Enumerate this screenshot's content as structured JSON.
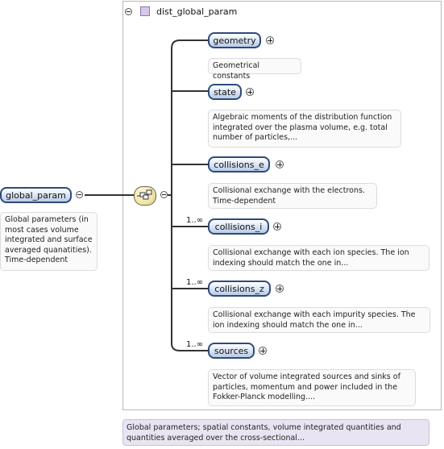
{
  "root": {
    "name": "global_param",
    "doc": "Global parameters (in most cases volume integrated and surface averaged quanatities). Time-dependent"
  },
  "type": {
    "name": "dist_global_param",
    "doc": "Global parameters; spatial constants, volume integrated quantities and quantities averaged over the cross-sectional..."
  },
  "children": [
    {
      "name": "geometry",
      "multiplicity": "",
      "doc": "Geometrical constants"
    },
    {
      "name": "state",
      "multiplicity": "",
      "doc": "Algebraic moments of the distribution function integrated over the plasma volume, e.g. total number of particles,..."
    },
    {
      "name": "collisions_e",
      "multiplicity": "",
      "doc": "Collisional exchange with the electrons. Time-dependent"
    },
    {
      "name": "collisions_i",
      "multiplicity": "1..∞",
      "doc": "Collisional exchange with each ion species. The ion indexing should match the one in..."
    },
    {
      "name": "collisions_z",
      "multiplicity": "1..∞",
      "doc": "Collisional exchange with each impurity species. The ion indexing should match the one in..."
    },
    {
      "name": "sources",
      "multiplicity": "1..∞",
      "doc": "Vector of volume integrated sources and sinks of particles, momentum and power included in the Fokker-Planck modelling...."
    }
  ],
  "icons": [
    "collapse-icon",
    "type-icon",
    "sequence-compositor-icon",
    "expand-icon"
  ]
}
